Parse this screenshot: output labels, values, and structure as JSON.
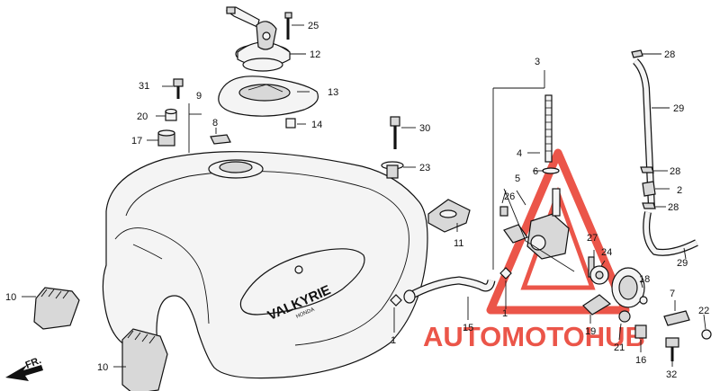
{
  "labels": [
    {
      "id": "25",
      "text": "25"
    },
    {
      "id": "12",
      "text": "12"
    },
    {
      "id": "13",
      "text": "13"
    },
    {
      "id": "31",
      "text": "31"
    },
    {
      "id": "9",
      "text": "9"
    },
    {
      "id": "20",
      "text": "20"
    },
    {
      "id": "8",
      "text": "8"
    },
    {
      "id": "17",
      "text": "17"
    },
    {
      "id": "14",
      "text": "14"
    },
    {
      "id": "30",
      "text": "30"
    },
    {
      "id": "23",
      "text": "23"
    },
    {
      "id": "11",
      "text": "11"
    },
    {
      "id": "3",
      "text": "3"
    },
    {
      "id": "4",
      "text": "4"
    },
    {
      "id": "6",
      "text": "6"
    },
    {
      "id": "5",
      "text": "5"
    },
    {
      "id": "26",
      "text": "26"
    },
    {
      "id": "28a",
      "text": "28"
    },
    {
      "id": "29a",
      "text": "29"
    },
    {
      "id": "28b",
      "text": "28"
    },
    {
      "id": "2",
      "text": "2"
    },
    {
      "id": "28c",
      "text": "28"
    },
    {
      "id": "27",
      "text": "27"
    },
    {
      "id": "24",
      "text": "24"
    },
    {
      "id": "29b",
      "text": "29"
    },
    {
      "id": "18",
      "text": "18"
    },
    {
      "id": "7",
      "text": "7"
    },
    {
      "id": "22",
      "text": "22"
    },
    {
      "id": "10a",
      "text": "10"
    },
    {
      "id": "10b",
      "text": "10"
    },
    {
      "id": "1a",
      "text": "1"
    },
    {
      "id": "15",
      "text": "15"
    },
    {
      "id": "1b",
      "text": "1"
    },
    {
      "id": "19",
      "text": "19"
    },
    {
      "id": "21",
      "text": "21"
    },
    {
      "id": "16",
      "text": "16"
    },
    {
      "id": "32",
      "text": "32"
    }
  ],
  "tank_badge": {
    "brand": "VALKYRIE",
    "maker": "HONDA"
  },
  "front_marker": "FR.",
  "watermark": {
    "text": "AUTOMOTOHUB",
    "color": "#e8382a",
    "accent": "#f2b21c"
  }
}
